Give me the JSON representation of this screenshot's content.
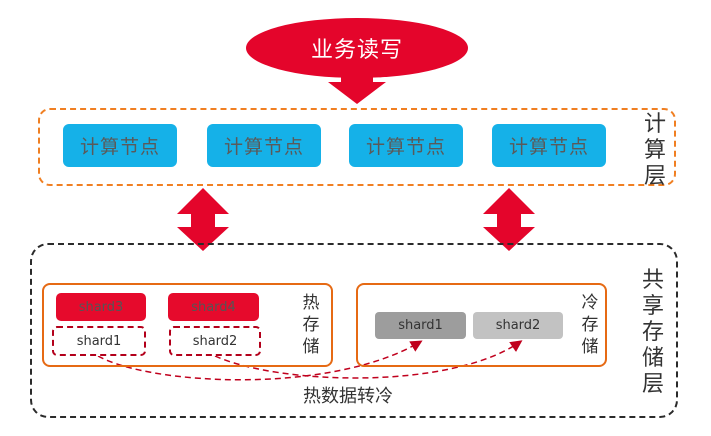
{
  "top": {
    "label": "业务读写"
  },
  "compute_layer": {
    "label": "计算层",
    "nodes": [
      "计算节点",
      "计算节点",
      "计算节点",
      "计算节点"
    ]
  },
  "storage_layer": {
    "label": "共享存储层",
    "hot": {
      "label": "热存储",
      "shards_active": [
        "shard3",
        "shard4"
      ],
      "shards_migrating": [
        "shard1",
        "shard2"
      ]
    },
    "cold": {
      "label": "冷存储",
      "shards": [
        "shard1",
        "shard2"
      ]
    },
    "migration_label": "热数据转冷"
  },
  "colors": {
    "accent_red": "#e4052b",
    "compute_blue": "#15b1e8",
    "frame_orange": "#f07f22"
  }
}
